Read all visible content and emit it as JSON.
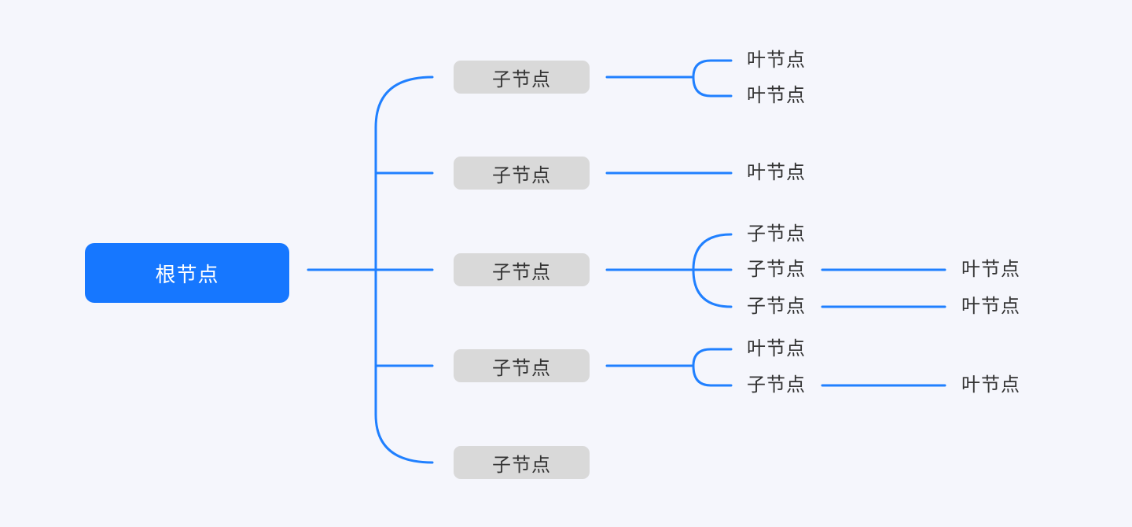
{
  "colors": {
    "background": "#f5f6fc",
    "root_fill": "#1677ff",
    "root_text": "#ffffff",
    "child_fill": "#d9d9d9",
    "node_text": "#333333",
    "connector": "#2080ff"
  },
  "mindmap": {
    "root": {
      "label": "根节点"
    },
    "children": [
      {
        "label": "子节点",
        "children": [
          {
            "label": "叶节点"
          },
          {
            "label": "叶节点"
          }
        ]
      },
      {
        "label": "子节点",
        "children": [
          {
            "label": "叶节点"
          }
        ]
      },
      {
        "label": "子节点",
        "children": [
          {
            "label": "子节点"
          },
          {
            "label": "子节点",
            "children": [
              {
                "label": "叶节点"
              }
            ]
          },
          {
            "label": "子节点",
            "children": [
              {
                "label": "叶节点"
              }
            ]
          }
        ]
      },
      {
        "label": "子节点",
        "children": [
          {
            "label": "叶节点"
          },
          {
            "label": "子节点",
            "children": [
              {
                "label": "叶节点"
              }
            ]
          }
        ]
      },
      {
        "label": "子节点",
        "children": []
      }
    ]
  }
}
